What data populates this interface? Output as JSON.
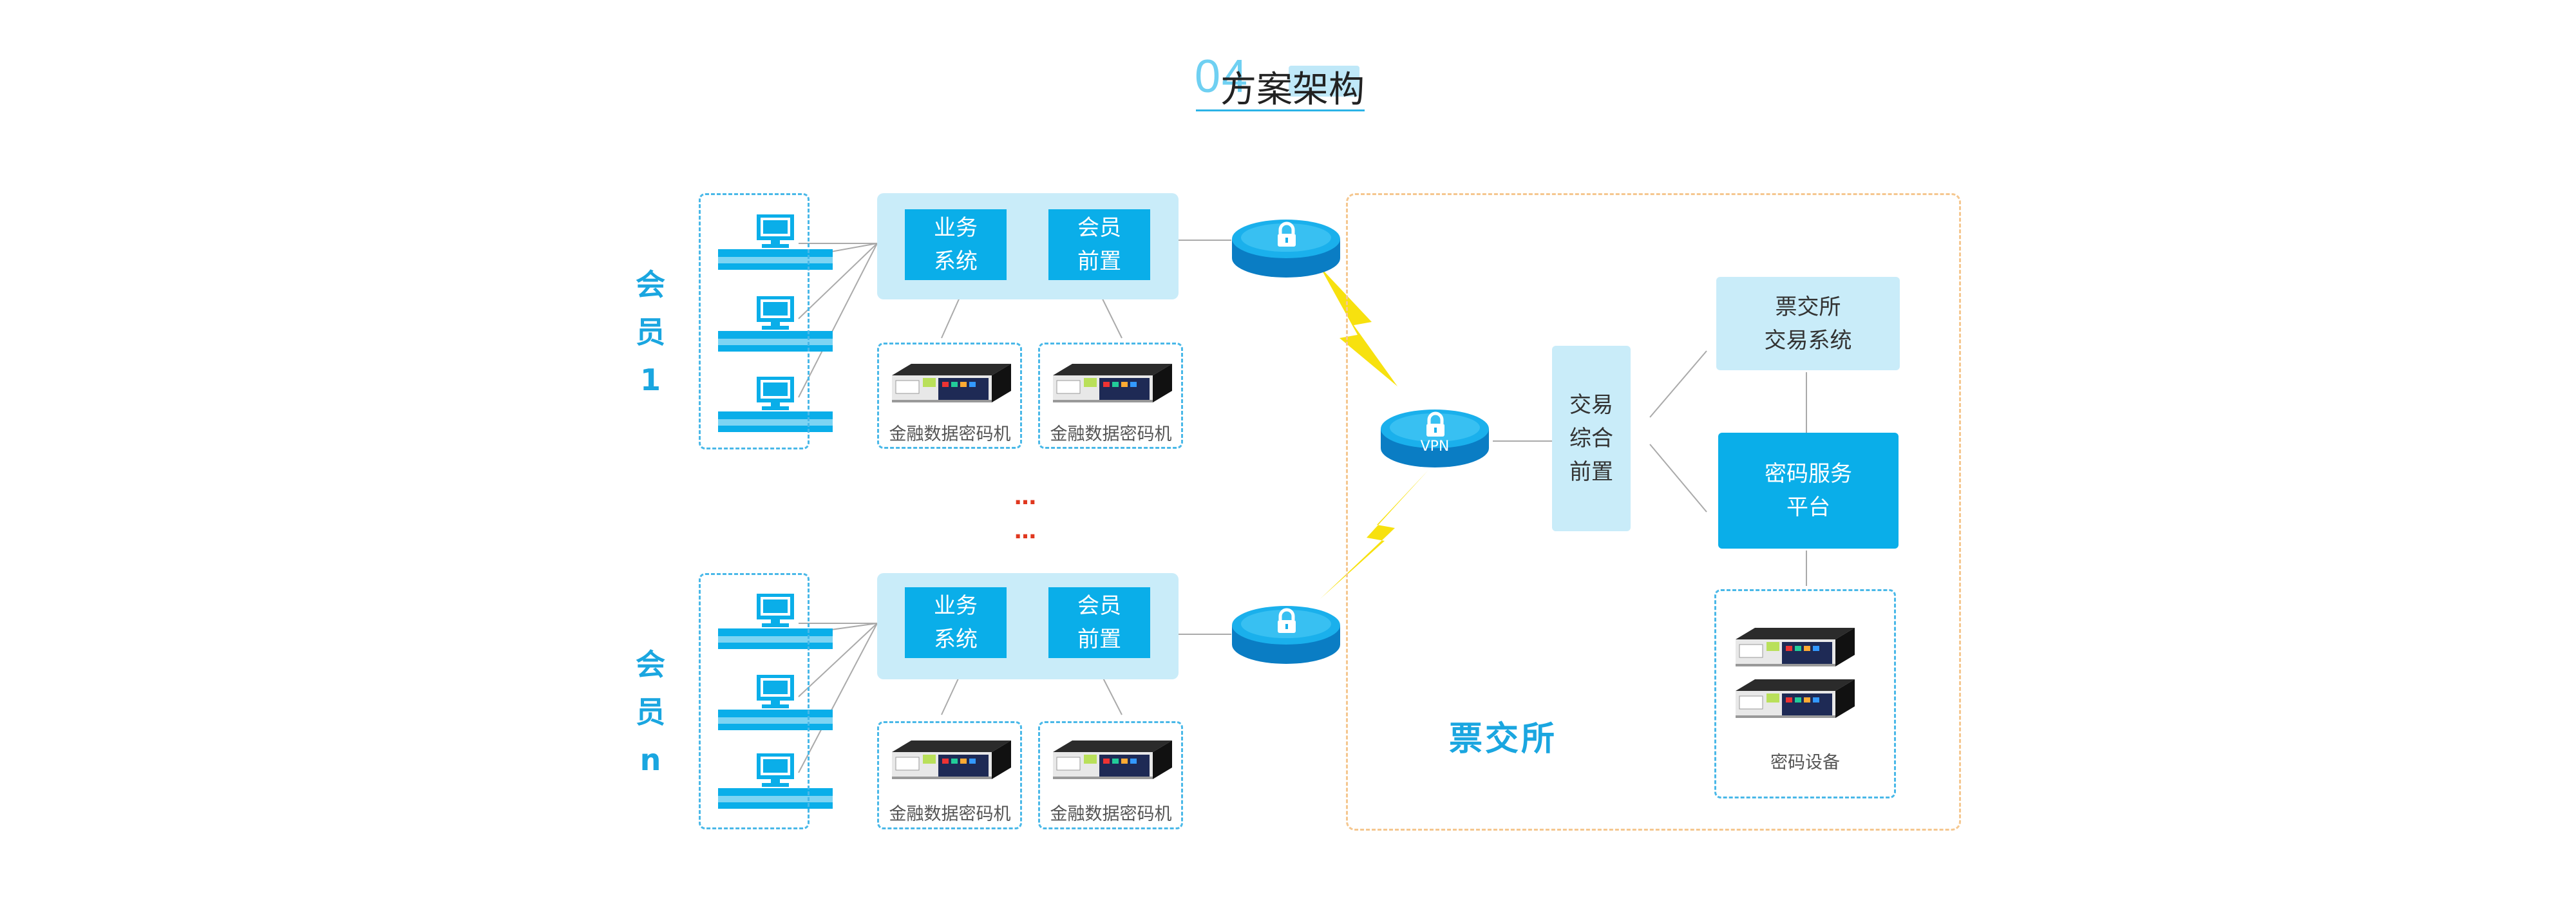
{
  "title": {
    "number": "04",
    "text": "方案架构"
  },
  "members": [
    {
      "label_chars": [
        "会",
        "员",
        "1"
      ]
    },
    {
      "label_chars": [
        "会",
        "员",
        "n"
      ]
    }
  ],
  "member_blocks": {
    "business_system": "业务\n系统",
    "member_front": "会员\n前置",
    "crypto_device": "金融数据密码机"
  },
  "separator": "…",
  "vpn": {
    "label": "VPN"
  },
  "exchange": {
    "label": "票交所",
    "trading_front": "交易\n综合\n前置",
    "trading_system": "票交所\n交易系统",
    "crypto_platform": "密码服务\n平台",
    "crypto_equipment": "密码设备"
  },
  "icons": [
    "computer-icon",
    "lock-icon",
    "lightning-icon",
    "crypto-machine-icon"
  ],
  "colors": {
    "primary_blue": "#0aaee9",
    "light_blue": "#c9ecf9",
    "dashed_blue": "#49b8e8",
    "dashed_orange": "#f5c78f",
    "lightning": "#f7e10f",
    "dots_red": "#e0381f"
  }
}
